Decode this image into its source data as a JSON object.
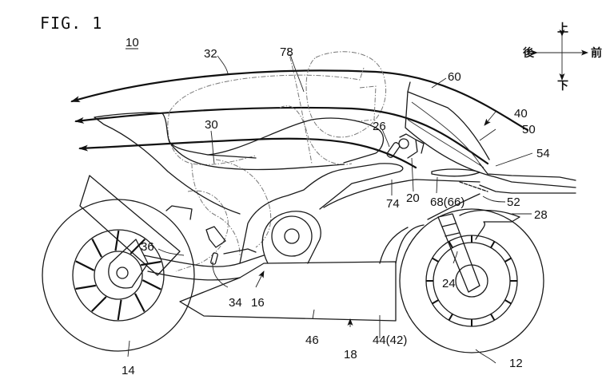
{
  "figure": {
    "title": "FIG. 1",
    "assembly_ref": "10"
  },
  "direction_indicator": {
    "up": "上",
    "down": "下",
    "rear": "後",
    "front": "前"
  },
  "reference_labels": {
    "r32": "32",
    "r78": "78",
    "r60": "60",
    "r30": "30",
    "r26": "26",
    "r40": "40",
    "r50": "50",
    "r54": "54",
    "r74": "74",
    "r20": "20",
    "r68": "68(66)",
    "r52": "52",
    "r28": "28",
    "r36": "36",
    "r24": "24",
    "r34": "34",
    "r16": "16",
    "r46": "46",
    "r44": "44(42)",
    "r18": "18",
    "r14": "14",
    "r12": "12"
  },
  "airflow_arrows": 3
}
